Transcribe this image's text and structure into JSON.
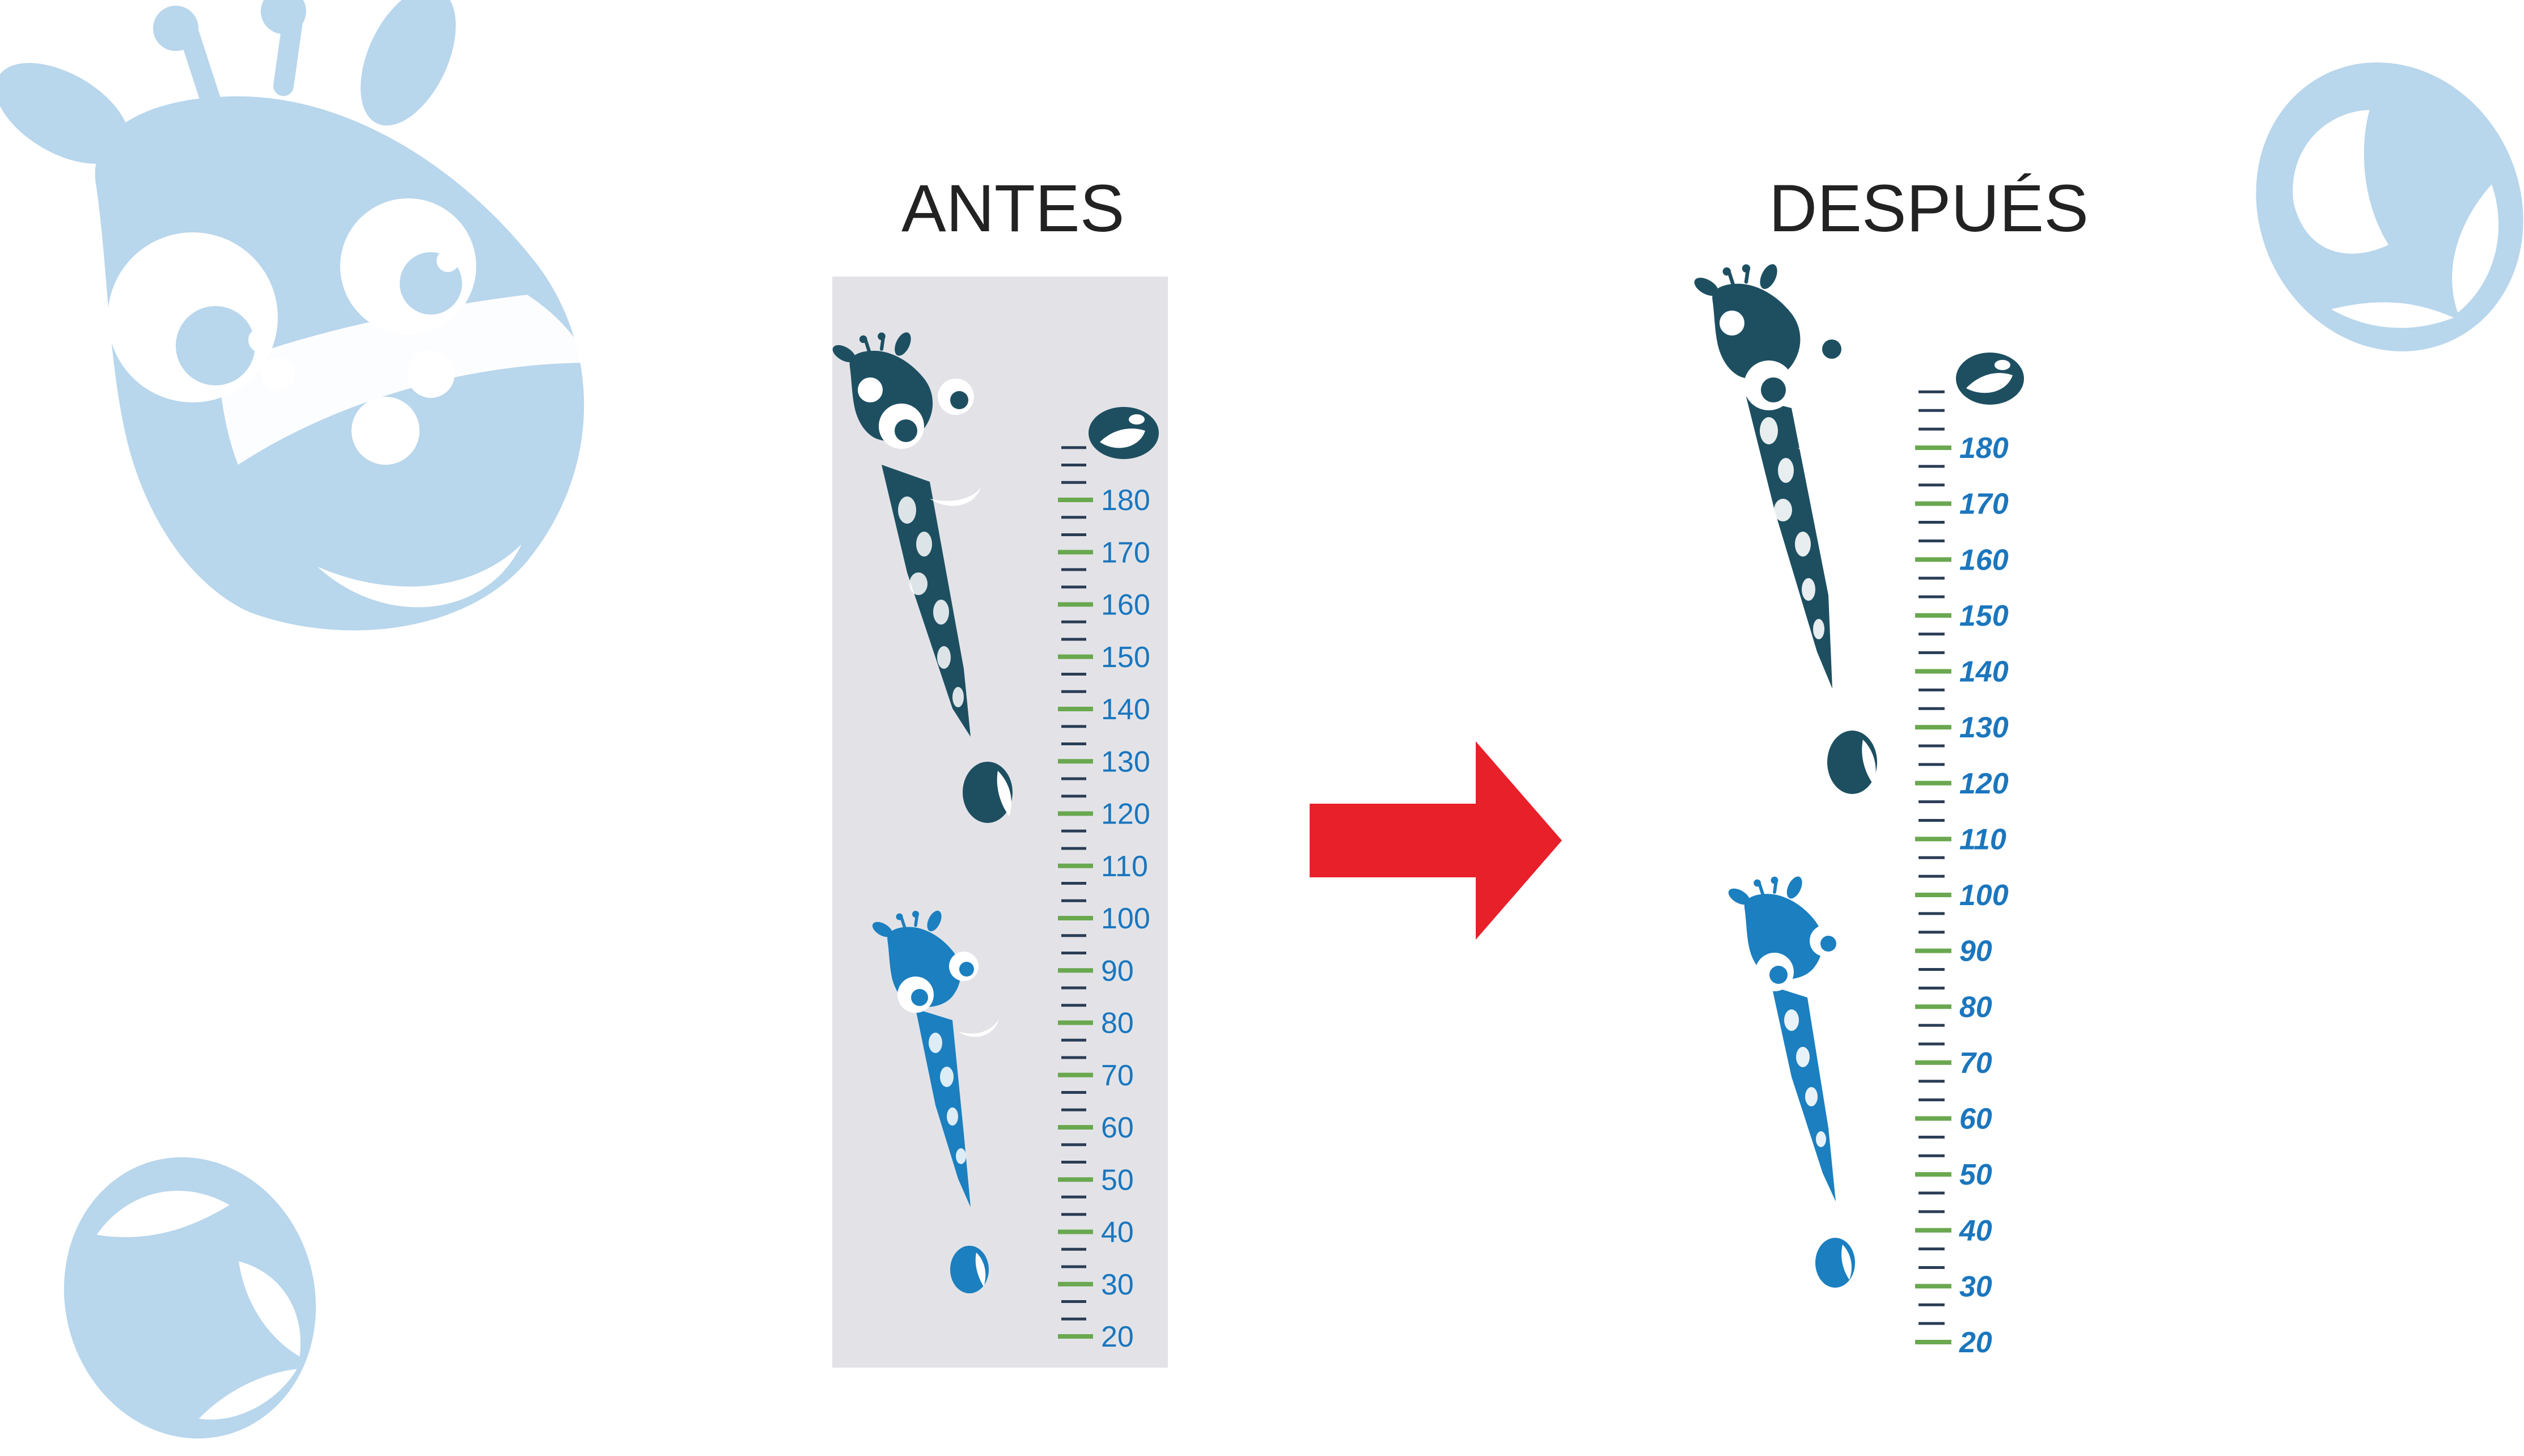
{
  "headings": {
    "before": "ANTES",
    "after": "DESPUÉS"
  },
  "ruler": {
    "labels": [
      "180",
      "170",
      "160",
      "150",
      "140",
      "130",
      "120",
      "110",
      "100",
      "90",
      "80",
      "70",
      "60",
      "50",
      "40",
      "30",
      "20"
    ]
  },
  "colors": {
    "background": "#ffffff",
    "panel_before": "#e3e3e7",
    "giraffe_dark": "#1d4f61",
    "giraffe_blue": "#1b7fc0",
    "decor_light_blue": "#b8d6ec",
    "tick_green": "#6aa84f",
    "tick_dark": "#2a3d55",
    "label_blue": "#1b76bd",
    "arrow_red": "#e8202a"
  },
  "icons": {
    "decor_top_left": "giraffe-head-icon",
    "decor_top_right": "giraffe-spot-icon",
    "decor_bottom_left": "giraffe-spot-icon",
    "arrow": "arrow-right-icon"
  }
}
